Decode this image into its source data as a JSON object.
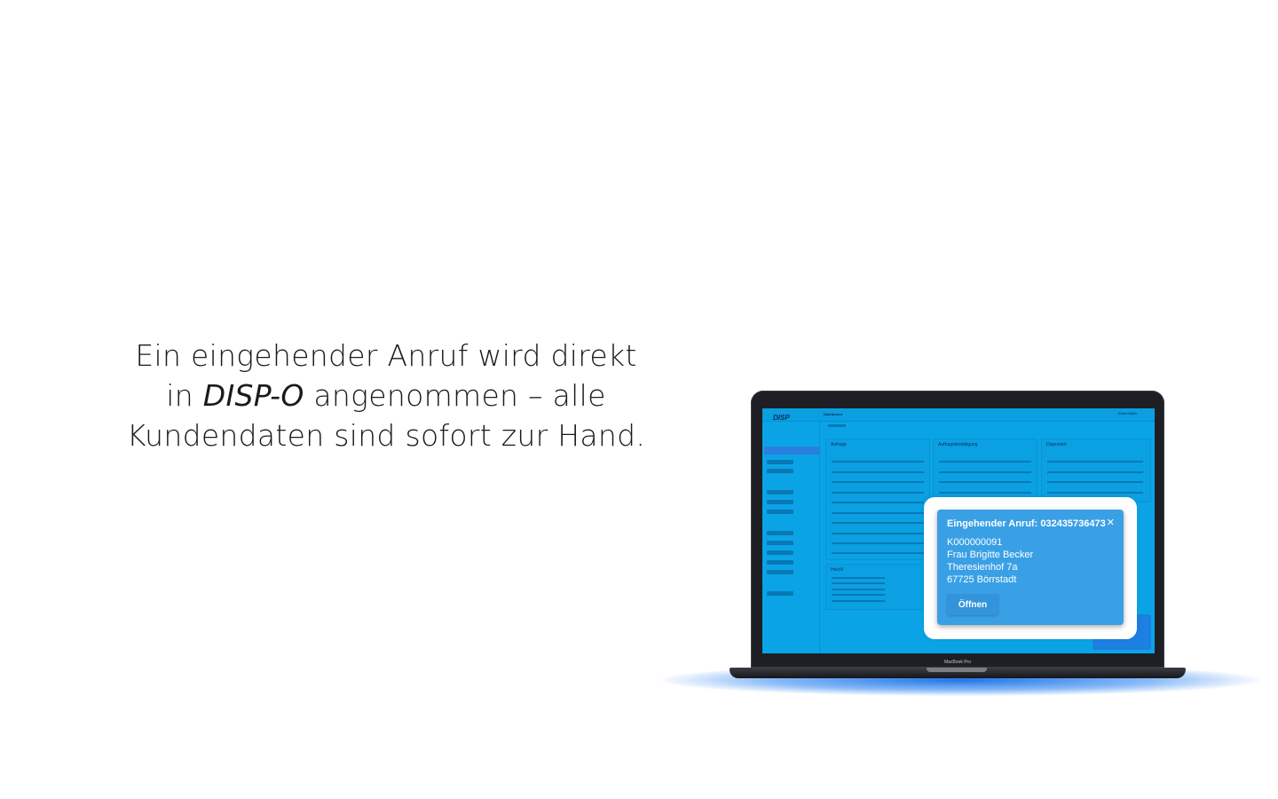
{
  "headline": {
    "line1": "Ein eingehender Anruf wird direkt",
    "line2_prefix": "in ",
    "line2_product": "DISP-O",
    "line2_suffix": " angenommen – alle",
    "line3": "Kundendaten sind sofort zur Hand."
  },
  "laptop": {
    "brand_label": "MacBook Pro"
  },
  "app": {
    "logo": "DISP",
    "active_tab": "Dashboard",
    "user_label": "Robert Müller",
    "panels": {
      "left_title": "Anfrage",
      "mid_title": "Auftragsbestätigung",
      "right_title": "Disponiert",
      "bottom_title": "Heizöl"
    }
  },
  "popup": {
    "title": "Eingehender Anruf: 032435736473",
    "close_icon": "close-icon",
    "customer_id": "K000000091",
    "name": "Frau Brigitte Becker",
    "street": "Theresienhof 7a",
    "city": "67725 Börrstadt",
    "open_button": "Öffnen"
  },
  "colors": {
    "screen_bg": "#0aa4e6",
    "popup_bg": "#3aa0e6",
    "glow": "#1470e6"
  }
}
